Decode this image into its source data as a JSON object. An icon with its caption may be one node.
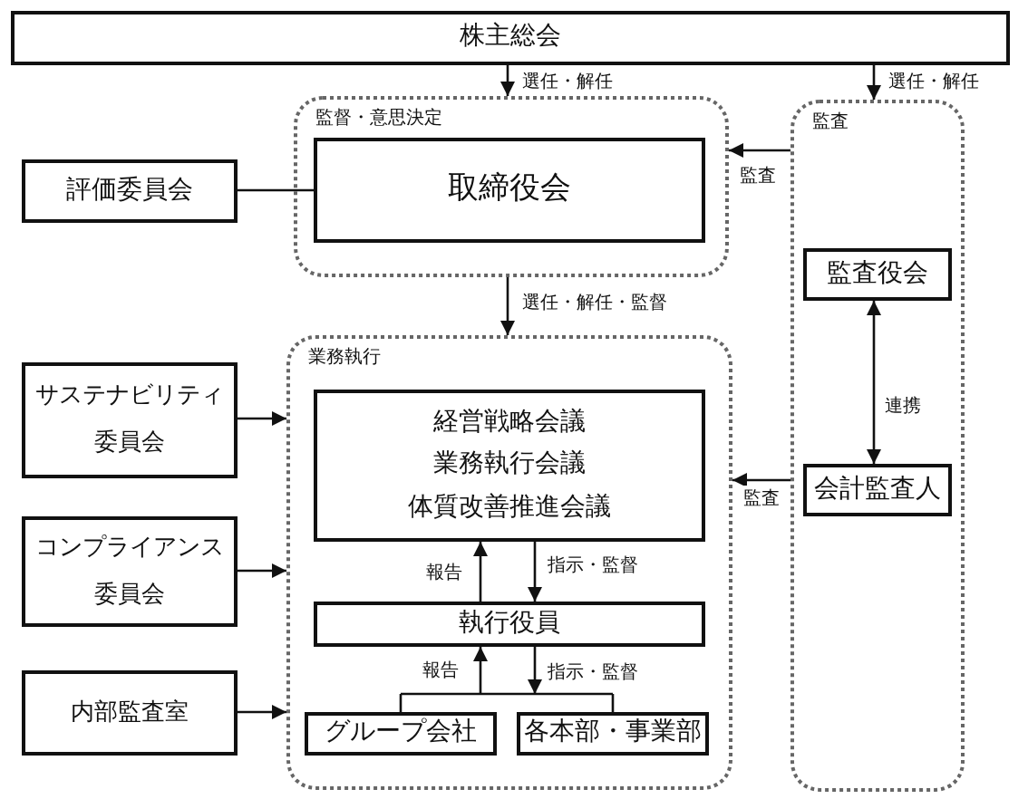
{
  "diagram": {
    "nodes": [
      {
        "text": [
          "株主総会"
        ]
      },
      {
        "text": [
          "監督・意思決定"
        ]
      },
      {
        "text": [
          "取締役会"
        ],
        "in": 1
      },
      {
        "text": [
          "監査"
        ]
      },
      {
        "text": [
          "監査役会"
        ],
        "in": 3
      },
      {
        "text": [
          "会計監査人"
        ],
        "in": 3
      },
      {
        "text": [
          "評価委員会"
        ]
      },
      {
        "text": [
          "業務執行"
        ]
      },
      {
        "text": [
          "経営戦略会議",
          "業務執行会議",
          "体質改善推進会議"
        ],
        "in": 7
      },
      {
        "text": [
          "執行役員"
        ],
        "in": 7
      },
      {
        "text": [
          "グループ会社"
        ],
        "in": 7
      },
      {
        "text": [
          "各本部・事業部"
        ],
        "in": 7
      },
      {
        "text": [
          "サステナビリティ委員会"
        ]
      },
      {
        "text": [
          "コンプライアンス委員会"
        ]
      },
      {
        "text": [
          "内部監査室"
        ]
      }
    ],
    "edges": [
      {
        "from": 0,
        "to": 1,
        "arrow": "to",
        "label": "選任・解任"
      },
      {
        "from": 0,
        "to": 3,
        "arrow": "to",
        "label": "選任・解任"
      },
      {
        "from": 3,
        "to": 1,
        "arrow": "to",
        "label": "監査"
      },
      {
        "from": 6,
        "to": 2,
        "arrow": "none"
      },
      {
        "from": 1,
        "to": 7,
        "arrow": "to",
        "label": "選任・解任・監督"
      },
      {
        "from": 4,
        "to": 5,
        "arrow": "both",
        "label": "連携"
      },
      {
        "from": 3,
        "to": 7,
        "arrow": "to",
        "label": "監査"
      },
      {
        "from": 12,
        "to": 7,
        "arrow": "to"
      },
      {
        "from": 13,
        "to": 7,
        "arrow": "to"
      },
      {
        "from": 14,
        "to": 7,
        "arrow": "to"
      },
      {
        "from": 9,
        "to": 8,
        "arrow": "to",
        "label": "報告"
      },
      {
        "from": 8,
        "to": 9,
        "arrow": "to",
        "label": "指示・監督"
      },
      {
        "from": 10,
        "to": 9,
        "arrow": "to",
        "label": "報告"
      },
      {
        "from": 11,
        "to": 9,
        "arrow": "to"
      },
      {
        "from": 9,
        "to": 10,
        "arrow": "to",
        "label": "指示・監督"
      },
      {
        "from": 9,
        "to": 11,
        "arrow": "to"
      }
    ]
  }
}
